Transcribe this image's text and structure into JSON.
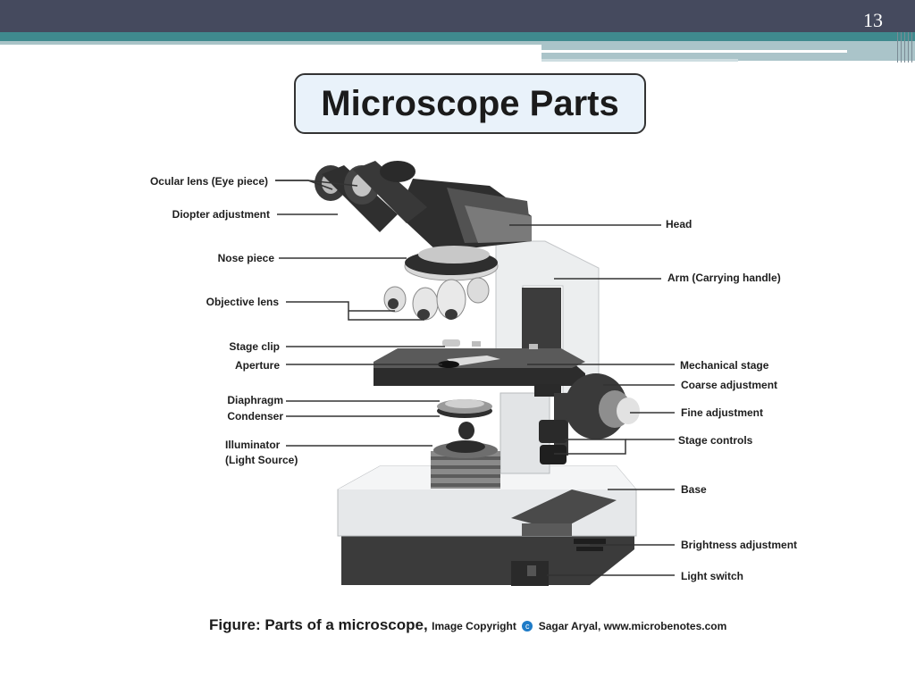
{
  "slide": {
    "number": "13"
  },
  "title": "Microscope Parts",
  "labels": {
    "ocular_lens": "Ocular lens (Eye piece)",
    "diopter_adjustment": "Diopter adjustment",
    "nose_piece": "Nose piece",
    "objective_lens": "Objective lens",
    "stage_clip": "Stage clip",
    "aperture": "Aperture",
    "diaphragm": "Diaphragm",
    "condenser": "Condenser",
    "illuminator": "Illuminator",
    "light_source": "(Light Source)",
    "head": "Head",
    "arm": "Arm (Carrying handle)",
    "mechanical_stage": "Mechanical stage",
    "coarse_adjustment": "Coarse adjustment",
    "fine_adjustment": "Fine adjustment",
    "stage_controls": "Stage controls",
    "base": "Base",
    "brightness_adjustment": "Brightness adjustment",
    "light_switch": "Light switch"
  },
  "caption": {
    "main": "Figure: Parts of a microscope,",
    "copyright_prefix": "Image Copyright",
    "copyright_symbol": "c",
    "copyright_owner": "Sagar Aryal, www.microbenotes.com"
  }
}
